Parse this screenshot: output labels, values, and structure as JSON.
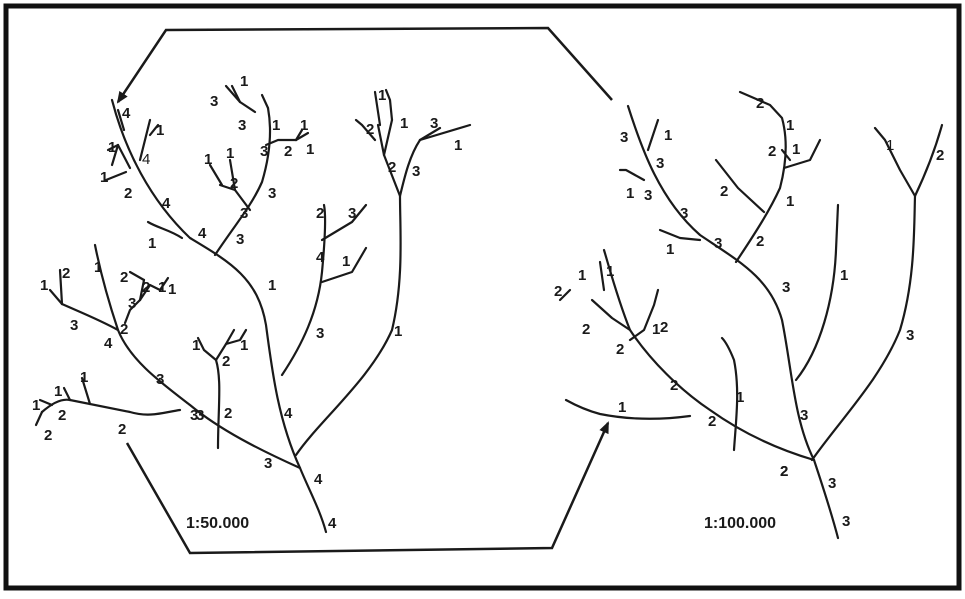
{
  "colors": {
    "stroke": "#1a1a1a",
    "frame": "#111111",
    "background": "#ffffff"
  },
  "left_network": {
    "scale": "1:50.000",
    "labels": [
      "4",
      "1",
      "1",
      "4",
      "1",
      "2",
      "4",
      "1",
      "4",
      "3",
      "1",
      "3",
      "1",
      "3",
      "1",
      "1",
      "2",
      "3",
      "2",
      "1",
      "1",
      "3",
      "3",
      "1",
      "2",
      "3",
      "1",
      "3",
      "2",
      "1",
      "2",
      "3",
      "4",
      "1",
      "1",
      "3",
      "1",
      "1",
      "2",
      "1",
      "2",
      "3",
      "2",
      "1",
      "1",
      "2",
      "3",
      "4",
      "3",
      "1",
      "1",
      "2",
      "1",
      "2",
      "1",
      "3",
      "1",
      "3",
      "3",
      "2",
      "4",
      "2",
      "4",
      "4"
    ]
  },
  "right_network": {
    "scale": "1:100.000",
    "labels": [
      "3",
      "1",
      "2",
      "1",
      "3",
      "2",
      "1",
      "3",
      "1",
      "2",
      "1",
      "2",
      "1",
      "2",
      "3",
      "1",
      "3",
      "2",
      "3",
      "1",
      "1",
      "2",
      "2",
      "1",
      "3",
      "2",
      "1",
      "2",
      "1",
      "2",
      "1",
      "2",
      "3",
      "2",
      "3",
      "3"
    ]
  }
}
